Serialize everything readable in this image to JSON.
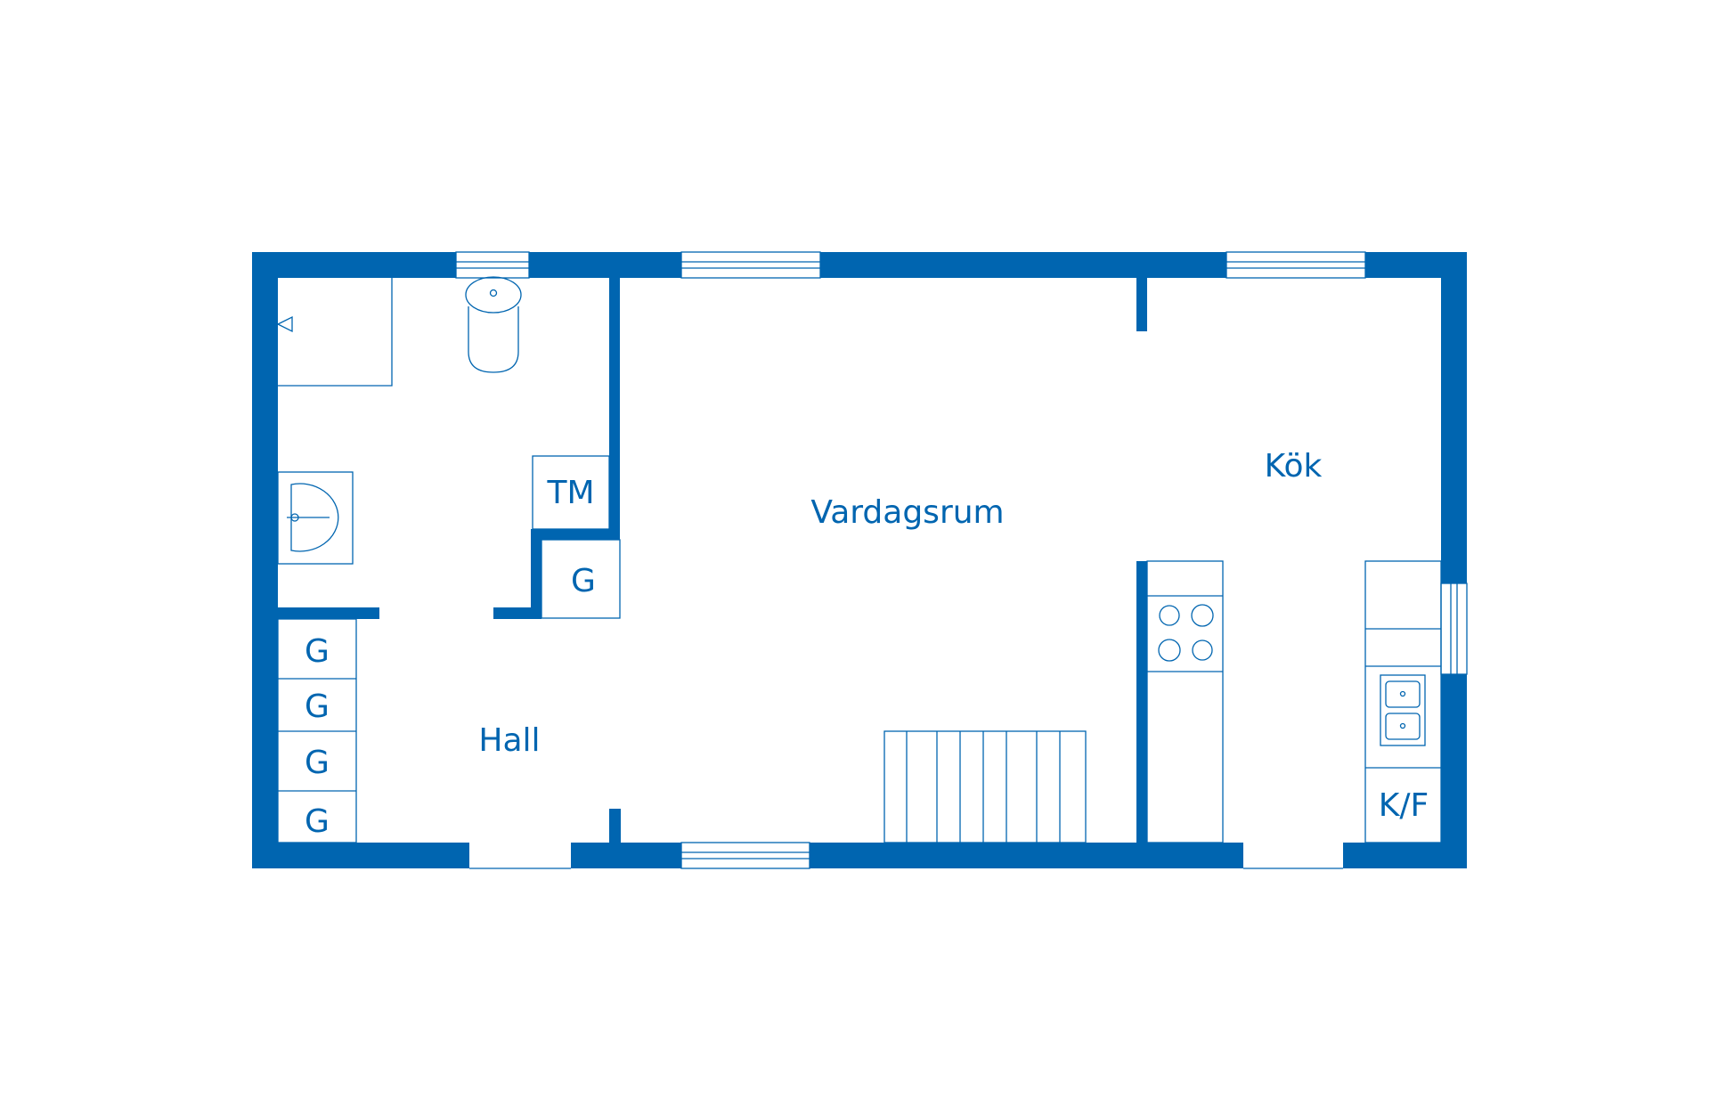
{
  "colors": {
    "wall": "#0065b0",
    "background": "#ffffff"
  },
  "rooms": {
    "vardagsrum": "Vardagsrum",
    "kok": "Kök",
    "hall": "Hall"
  },
  "fixtures": {
    "tm": "TM",
    "g_closet": "G",
    "wardrobes": [
      "G",
      "G",
      "G",
      "G"
    ],
    "kf": "K/F"
  },
  "icons": [
    "toilet-icon",
    "sink-icon",
    "shower-icon",
    "stove-icon",
    "double-sink-icon",
    "staircase-icon"
  ]
}
